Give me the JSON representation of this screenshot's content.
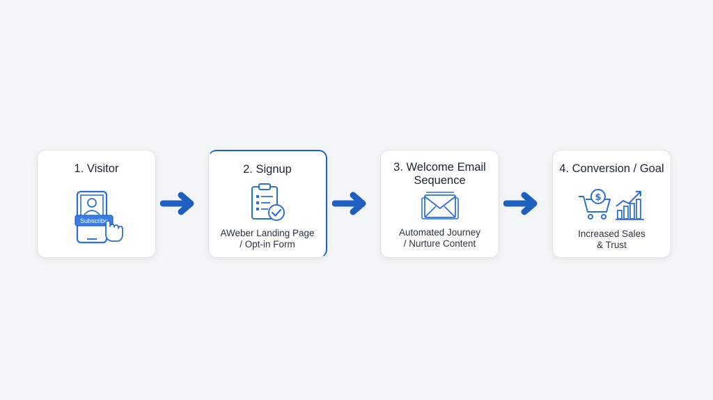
{
  "steps": [
    {
      "title": "1. Visitor",
      "icon": "tablet-subscribe-icon",
      "button_label": "Subscribe"
    },
    {
      "title": "2. Signup",
      "icon": "clipboard-check-icon",
      "subtitle_line1": "AWeber Landing Page",
      "subtitle_line2": "/ Opt-in Form"
    },
    {
      "title_line1": "3. Welcome Email",
      "title_line2": "Sequence",
      "icon": "envelope-stack-icon",
      "subtitle_line1": "Automated Journey",
      "subtitle_line2": "/ Nurture Content"
    },
    {
      "title": "4. Conversion / Goal",
      "icon": "cart-growth-chart-icon",
      "subtitle_line1": "Increased Sales",
      "subtitle_line2": "& Trust"
    }
  ],
  "colors": {
    "accent": "#1f5fbf",
    "icon_stroke": "#2b6fd6",
    "background": "#f4f5f6",
    "card": "#ffffff"
  }
}
